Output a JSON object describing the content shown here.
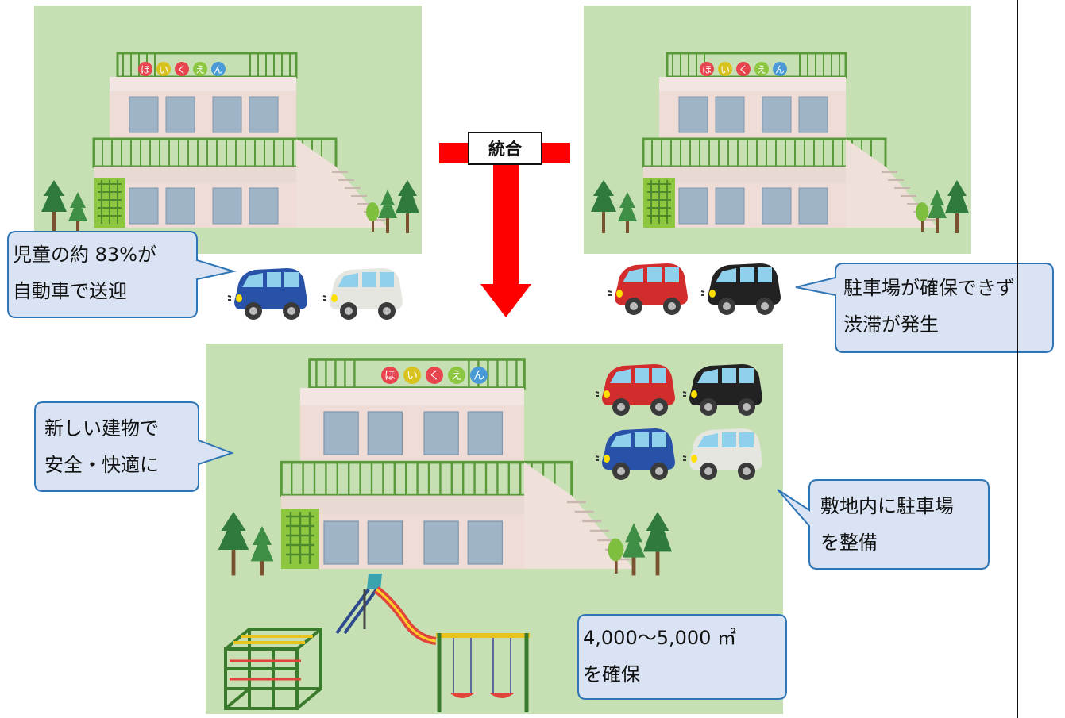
{
  "merge_label": "統合",
  "building_sign": [
    "ほ",
    "い",
    "く",
    "え",
    "ん"
  ],
  "callouts": {
    "children_cars": {
      "line1": "児童の約 83%が",
      "line2": "自動車で送迎"
    },
    "congestion": {
      "line1": "駐車場が確保できず",
      "line2": "渋滞が発生"
    },
    "new_building": {
      "line1": "新しい建物で",
      "line2": "安全・快適に"
    },
    "parking": {
      "line1": "敷地内に駐車場",
      "line2": "を整備"
    },
    "area": {
      "line1": "4,000～5,000 ㎡",
      "line2": "を確保"
    }
  },
  "colors": {
    "panel_bg": "#c6e0b4",
    "arrow": "#ff0000",
    "callout_fill": "#dae3f3",
    "callout_stroke": "#2e75b6"
  }
}
